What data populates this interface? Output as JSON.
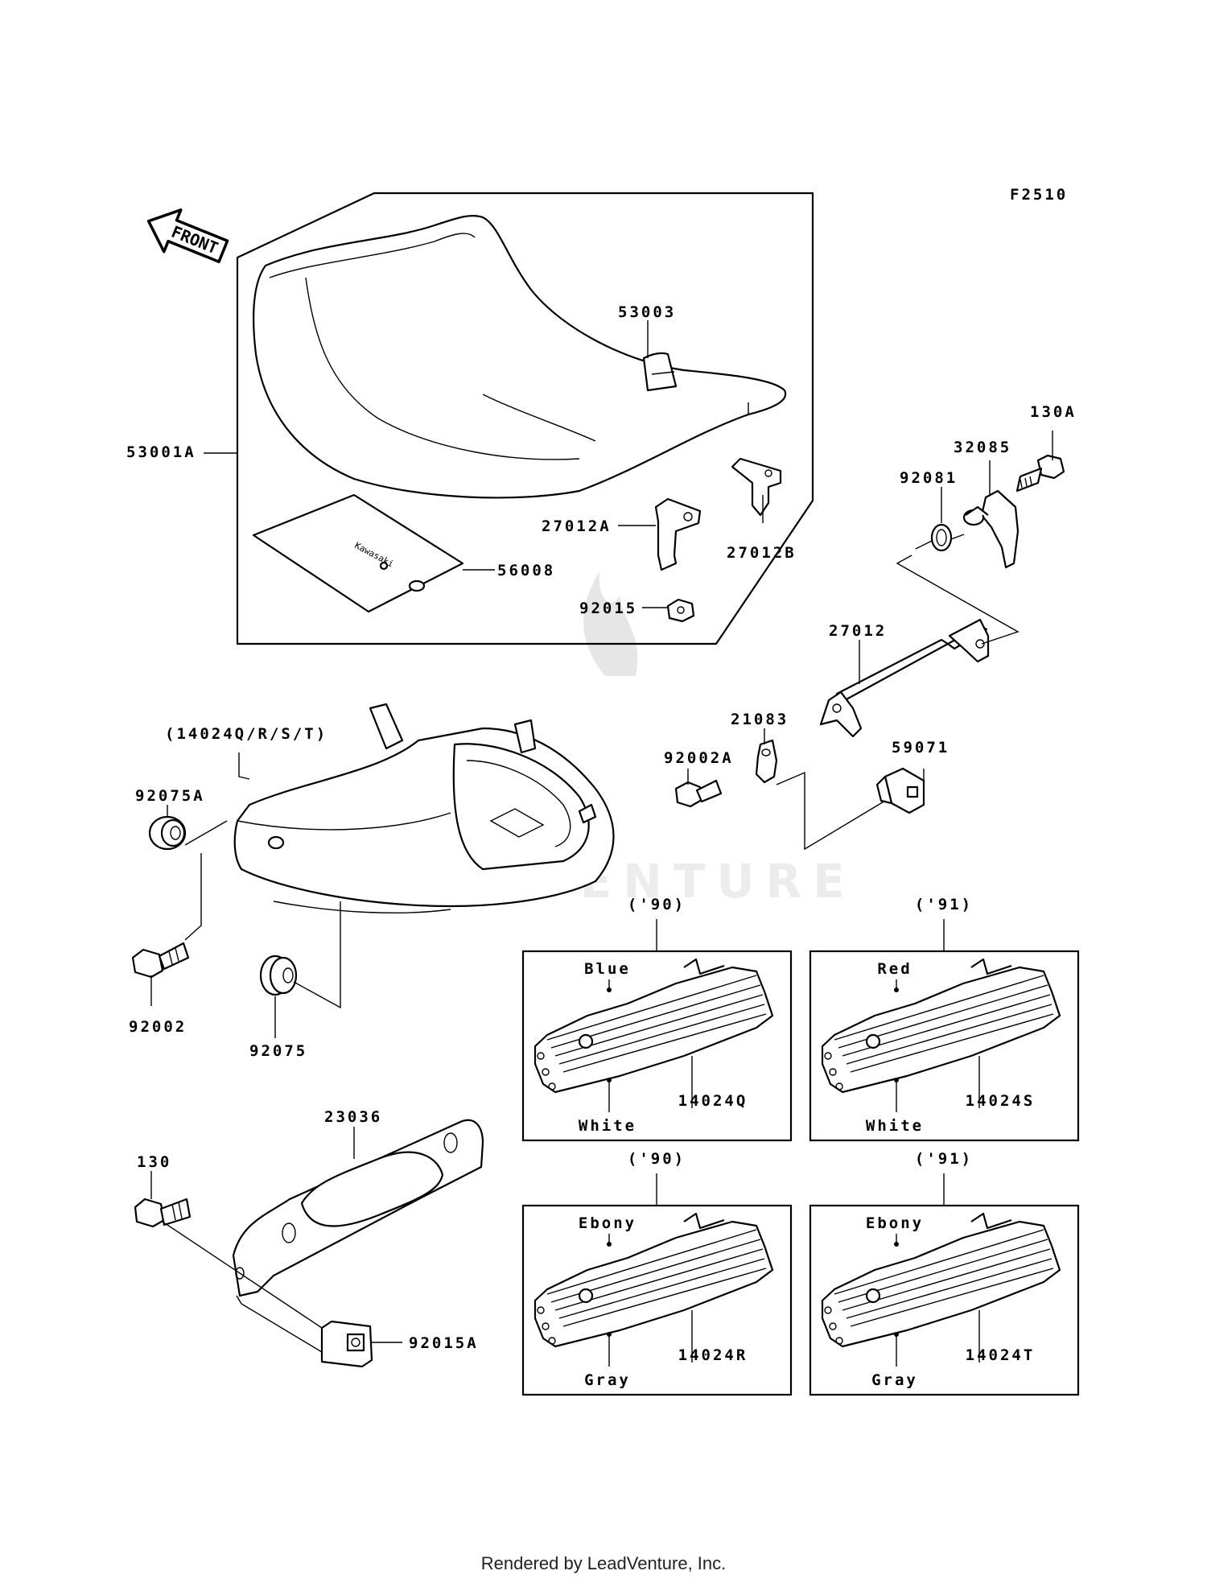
{
  "figure_code": "F2510",
  "front_arrow": "FRONT",
  "seat_decal_text": "Kawasaki",
  "watermark": "LEADVENTURE",
  "footer": "Rendered by LeadVenture, Inc.",
  "parts": {
    "p53003": "53003",
    "p53001A": "53001A",
    "p56008": "56008",
    "p27012A": "27012A",
    "p27012B": "27012B",
    "p92015": "92015",
    "p130A": "130A",
    "p32085": "32085",
    "p92081": "92081",
    "p27012": "27012",
    "p21083": "21083",
    "p59071": "59071",
    "p92002A": "92002A",
    "p14024group": "(14024Q/R/S/T)",
    "p92075A": "92075A",
    "p92002": "92002",
    "p92075": "92075",
    "p23036": "23036",
    "p130": "130",
    "p92015A": "92015A"
  },
  "variants": [
    {
      "year": "('90)",
      "color_top": "Blue",
      "color_bottom": "White",
      "part": "14024Q"
    },
    {
      "year": "('91)",
      "color_top": "Red",
      "color_bottom": "White",
      "part": "14024S"
    },
    {
      "year": "('90)",
      "color_top": "Ebony",
      "color_bottom": "Gray",
      "part": "14024R"
    },
    {
      "year": "('91)",
      "color_top": "Ebony",
      "color_bottom": "Gray",
      "part": "14024T"
    }
  ]
}
